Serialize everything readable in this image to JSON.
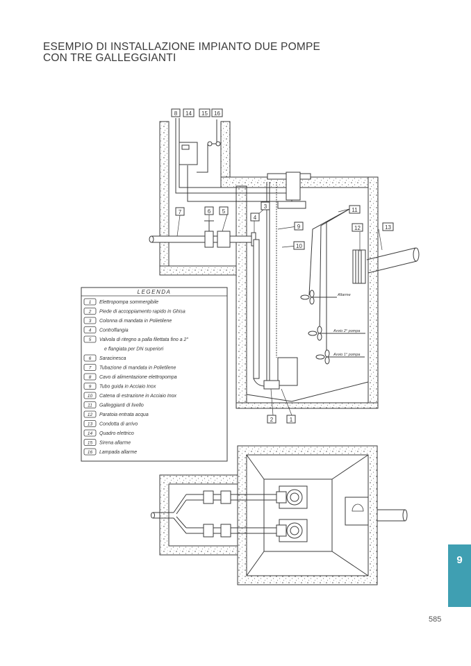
{
  "title": {
    "line1": "ESEMPIO DI INSTALLAZIONE IMPIANTO DUE POMPE",
    "line2": "CON TRE GALLEGGIANTI"
  },
  "legend": {
    "heading": "LEGENDA",
    "items": [
      {
        "num": "1",
        "text": "Elettropompa sommergibile"
      },
      {
        "num": "2",
        "text": "Piede di accoppiamento rapido in Ghisa"
      },
      {
        "num": "3",
        "text": "Colonna di mandata in Polietilene"
      },
      {
        "num": "4",
        "text": "Controflangia"
      },
      {
        "num": "5",
        "text": "Valvola di ritegno a palla filettata fino a 2\"",
        "text2": "e flangiata per DN superiori"
      },
      {
        "num": "6",
        "text": "Saracinesca"
      },
      {
        "num": "7",
        "text": "Tubazione di mandata in Polietilene"
      },
      {
        "num": "8",
        "text": "Cavo di alimentazione elettropompa"
      },
      {
        "num": "9",
        "text": "Tubo guida in Acciaio Inox"
      },
      {
        "num": "10",
        "text": "Catena di estrazione in Acciaio Inox"
      },
      {
        "num": "11",
        "text": "Galleggianti di livello"
      },
      {
        "num": "12",
        "text": "Paratoia entrata acqua"
      },
      {
        "num": "13",
        "text": "Condotta di arrivo"
      },
      {
        "num": "14",
        "text": "Quadro elettrico"
      },
      {
        "num": "15",
        "text": "Sirena allarme"
      },
      {
        "num": "16",
        "text": "Lampada allarme"
      }
    ]
  },
  "callouts": {
    "c8": "8",
    "c14": "14",
    "c15": "15",
    "c16": "16",
    "c3": "3",
    "c4": "4",
    "c5": "5",
    "c6": "6",
    "c7": "7",
    "c9": "9",
    "c10": "10",
    "c11": "11",
    "c12": "12",
    "c13": "13",
    "c2": "2",
    "c1": "1"
  },
  "float_labels": {
    "alarm": "Allarme",
    "start2": "Avvio 2° pompa",
    "start1": "Avvio 1° pompa"
  },
  "section_tab": "9",
  "page_number": "585",
  "colors": {
    "line": "#3a3a3a",
    "tab": "#3f9fb2",
    "concrete_dot": "#555555"
  }
}
